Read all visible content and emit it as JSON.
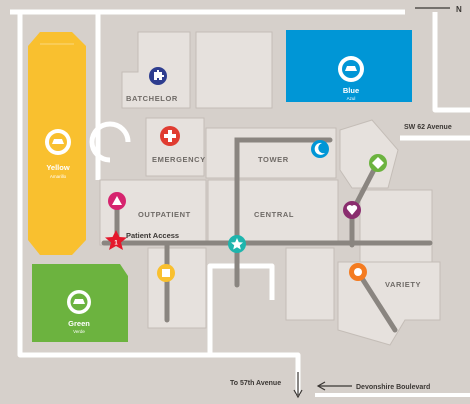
{
  "compass": "N",
  "buildings": {
    "batchelor": "BATCHELOR",
    "emergency": "EMERGENCY",
    "tower": "TOWER",
    "outpatient": "OUTPATIENT",
    "central": "CENTRAL",
    "variety": "VARIETY"
  },
  "parking": {
    "yellow": {
      "name": "Yellow",
      "sub": "Amarillo",
      "color": "#f9c02f"
    },
    "blue": {
      "name": "Blue",
      "sub": "Azul",
      "color": "#0096d6"
    },
    "green": {
      "name": "Green",
      "sub": "Verde",
      "color": "#6cb33f"
    }
  },
  "patient_access": {
    "label": "Patient Access",
    "marker": "1"
  },
  "roads": {
    "sw62": "SW 62 Avenue",
    "to57": "To 57th Avenue",
    "devonshire": "Devonshire Boulevard"
  },
  "icons": [
    {
      "name": "puzzle-icon",
      "color": "#2e3d8f"
    },
    {
      "name": "cross-icon",
      "color": "#e03c31"
    },
    {
      "name": "moon-icon",
      "color": "#0096d6"
    },
    {
      "name": "diamond-icon",
      "color": "#6cb33f"
    },
    {
      "name": "triangle-icon",
      "color": "#d6246e"
    },
    {
      "name": "heart-icon",
      "color": "#8a2d6e"
    },
    {
      "name": "star-icon",
      "color": "#1fb5ad"
    },
    {
      "name": "square-icon",
      "color": "#f9c02f"
    },
    {
      "name": "circle-icon",
      "color": "#f47b20"
    }
  ]
}
